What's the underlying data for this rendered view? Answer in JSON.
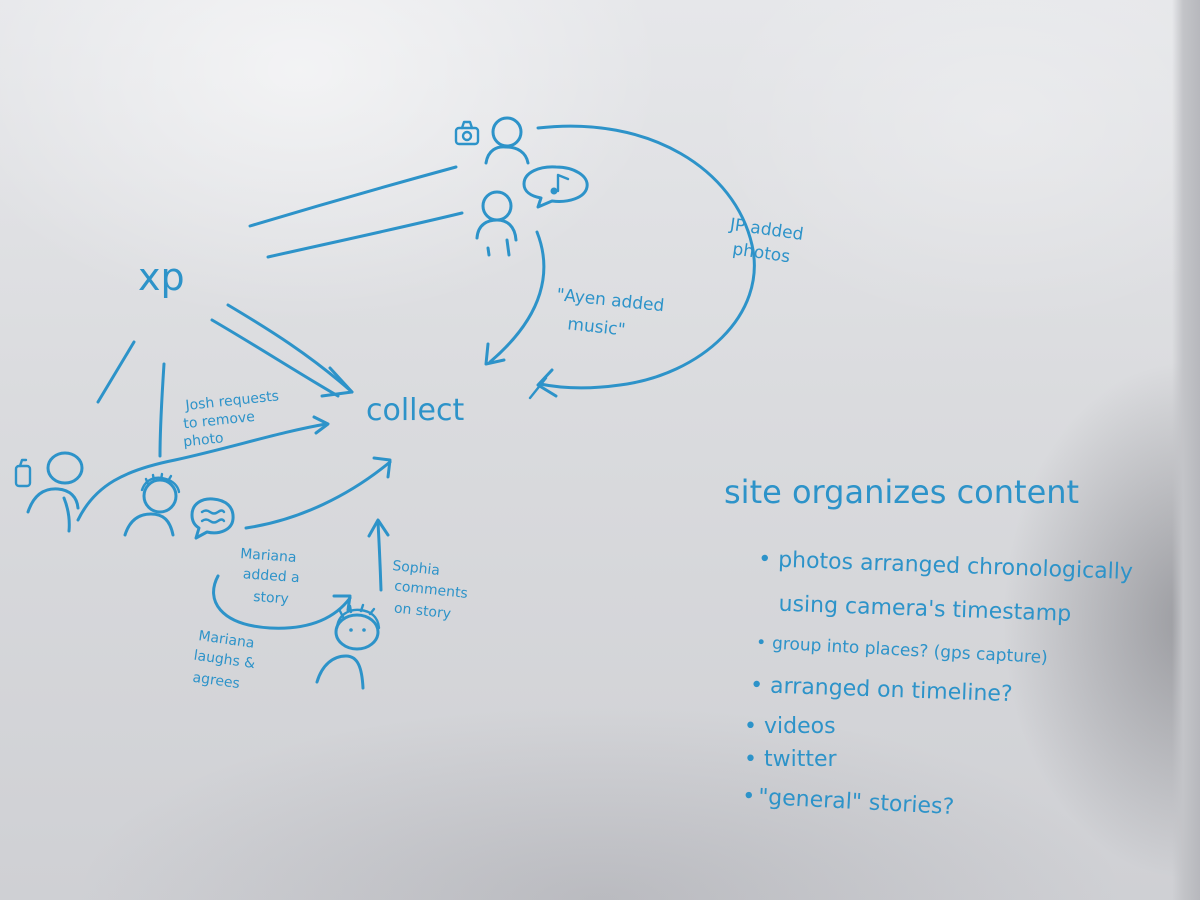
{
  "nodes": {
    "hub": "xp",
    "target": "collect"
  },
  "edge_labels": {
    "jp_added_photos": [
      "JP added",
      "photos"
    ],
    "ayen_added_music": [
      "\"Ayen added",
      "music\""
    ],
    "josh_requests": [
      "Josh requests",
      "to remove",
      "photo"
    ],
    "mariana_added_story": [
      "Mariana",
      "added a",
      "story"
    ],
    "sophia_comments": [
      "Sophia",
      "comments",
      "on story"
    ],
    "mariana_laughs": [
      "Mariana",
      "laughs &",
      "agrees"
    ]
  },
  "notes": {
    "heading": "site organizes content",
    "items": [
      {
        "bullet": "•",
        "lines": [
          "photos arranged chronologically",
          "using camera's timestamp"
        ]
      },
      {
        "bullet": "•",
        "lines": [
          "group into places? (gps capture)"
        ]
      },
      {
        "bullet": "•",
        "lines": [
          "arranged on timeline?"
        ]
      },
      {
        "bullet": "•",
        "lines": [
          "videos"
        ]
      },
      {
        "bullet": "•",
        "lines": [
          "twitter"
        ]
      },
      {
        "bullet": "•",
        "lines": [
          "\"general\" stories?"
        ]
      }
    ]
  },
  "colors": {
    "ink": "#2d93c9",
    "board": "#dcdde0"
  },
  "icons": [
    "camera-icon",
    "music-note-icon",
    "phone-icon",
    "speech-bubble-icon",
    "person-icon"
  ]
}
